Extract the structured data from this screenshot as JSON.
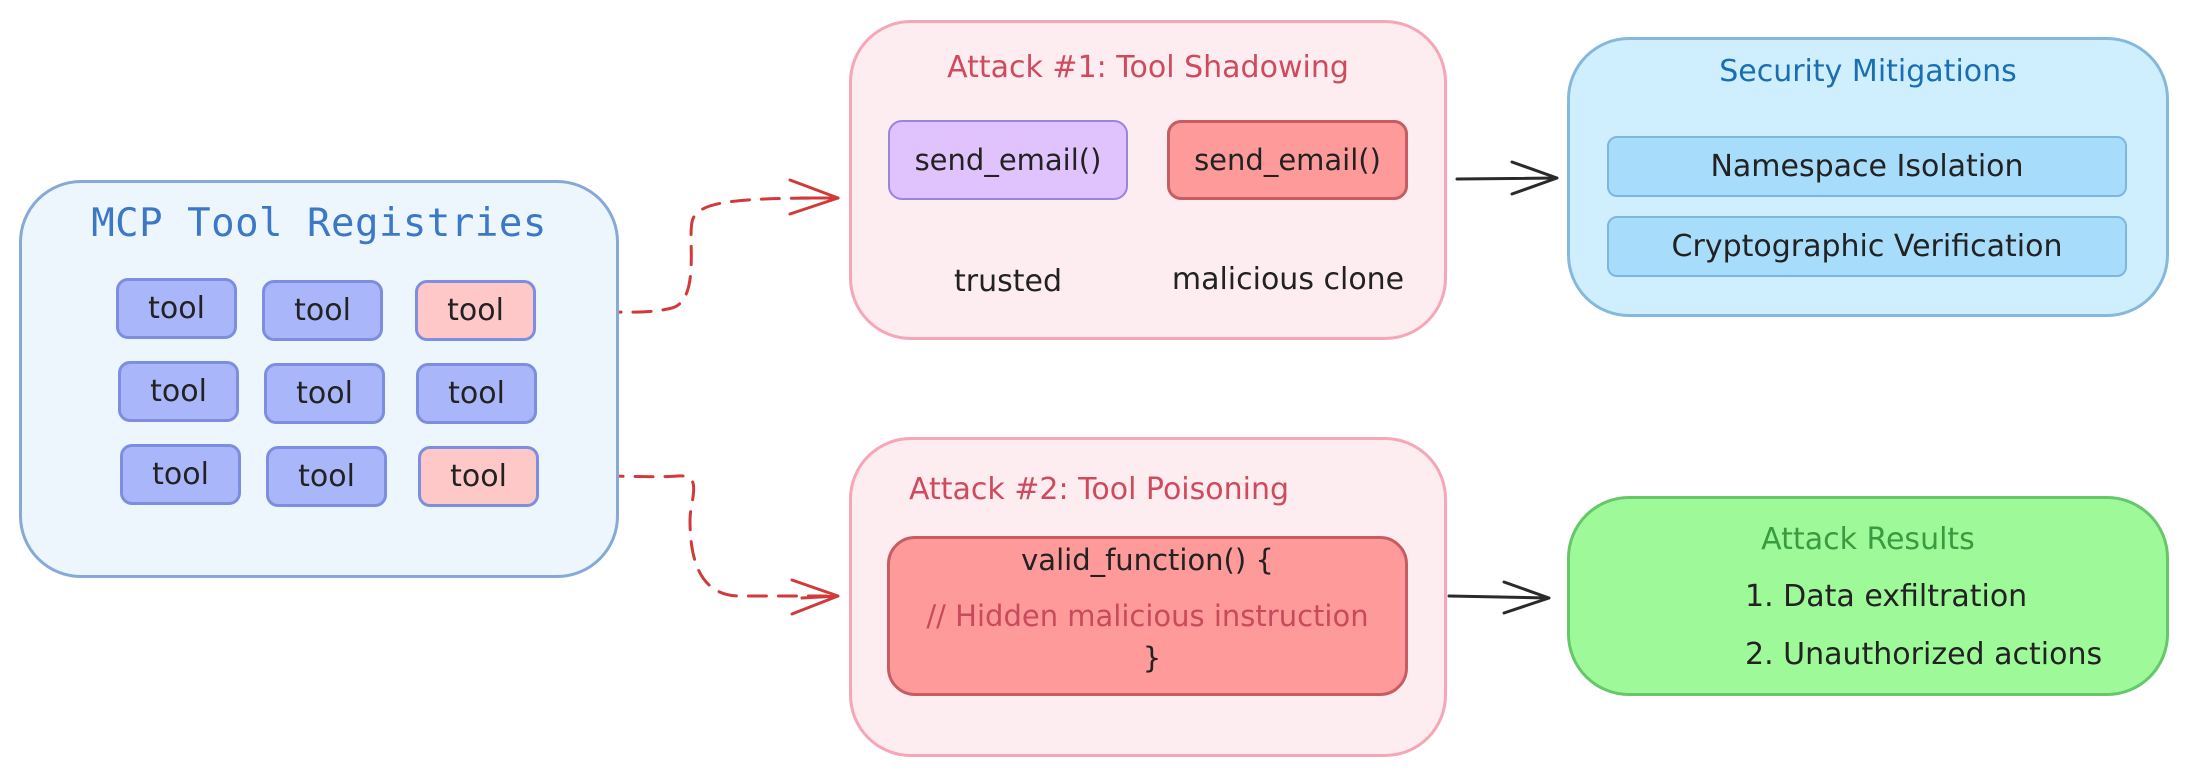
{
  "registry": {
    "title": "MCP Tool Registries",
    "tools": [
      {
        "label": "tool",
        "malicious": false
      },
      {
        "label": "tool",
        "malicious": false
      },
      {
        "label": "tool",
        "malicious": true
      },
      {
        "label": "tool",
        "malicious": false
      },
      {
        "label": "tool",
        "malicious": false
      },
      {
        "label": "tool",
        "malicious": false
      },
      {
        "label": "tool",
        "malicious": false
      },
      {
        "label": "tool",
        "malicious": false
      },
      {
        "label": "tool",
        "malicious": true
      }
    ]
  },
  "attack1": {
    "title": "Attack #1: Tool Shadowing",
    "trusted_fn": "send_email()",
    "trusted_caption": "trusted",
    "clone_fn": "send_email()",
    "clone_caption": "malicious clone"
  },
  "attack2": {
    "title": "Attack #2: Tool Poisoning",
    "code_open": "valid_function() {",
    "code_comment": "// Hidden malicious instruction",
    "code_close": "}"
  },
  "mitigations": {
    "title": "Security Mitigations",
    "items": [
      "Namespace Isolation",
      "Cryptographic Verification"
    ]
  },
  "results": {
    "title": "Attack Results",
    "items": [
      "1. Data exfiltration",
      "2. Unauthorized actions"
    ]
  },
  "colors": {
    "dashed_link": "#d23a3a",
    "solid_arrow": "#2a2a2a"
  }
}
